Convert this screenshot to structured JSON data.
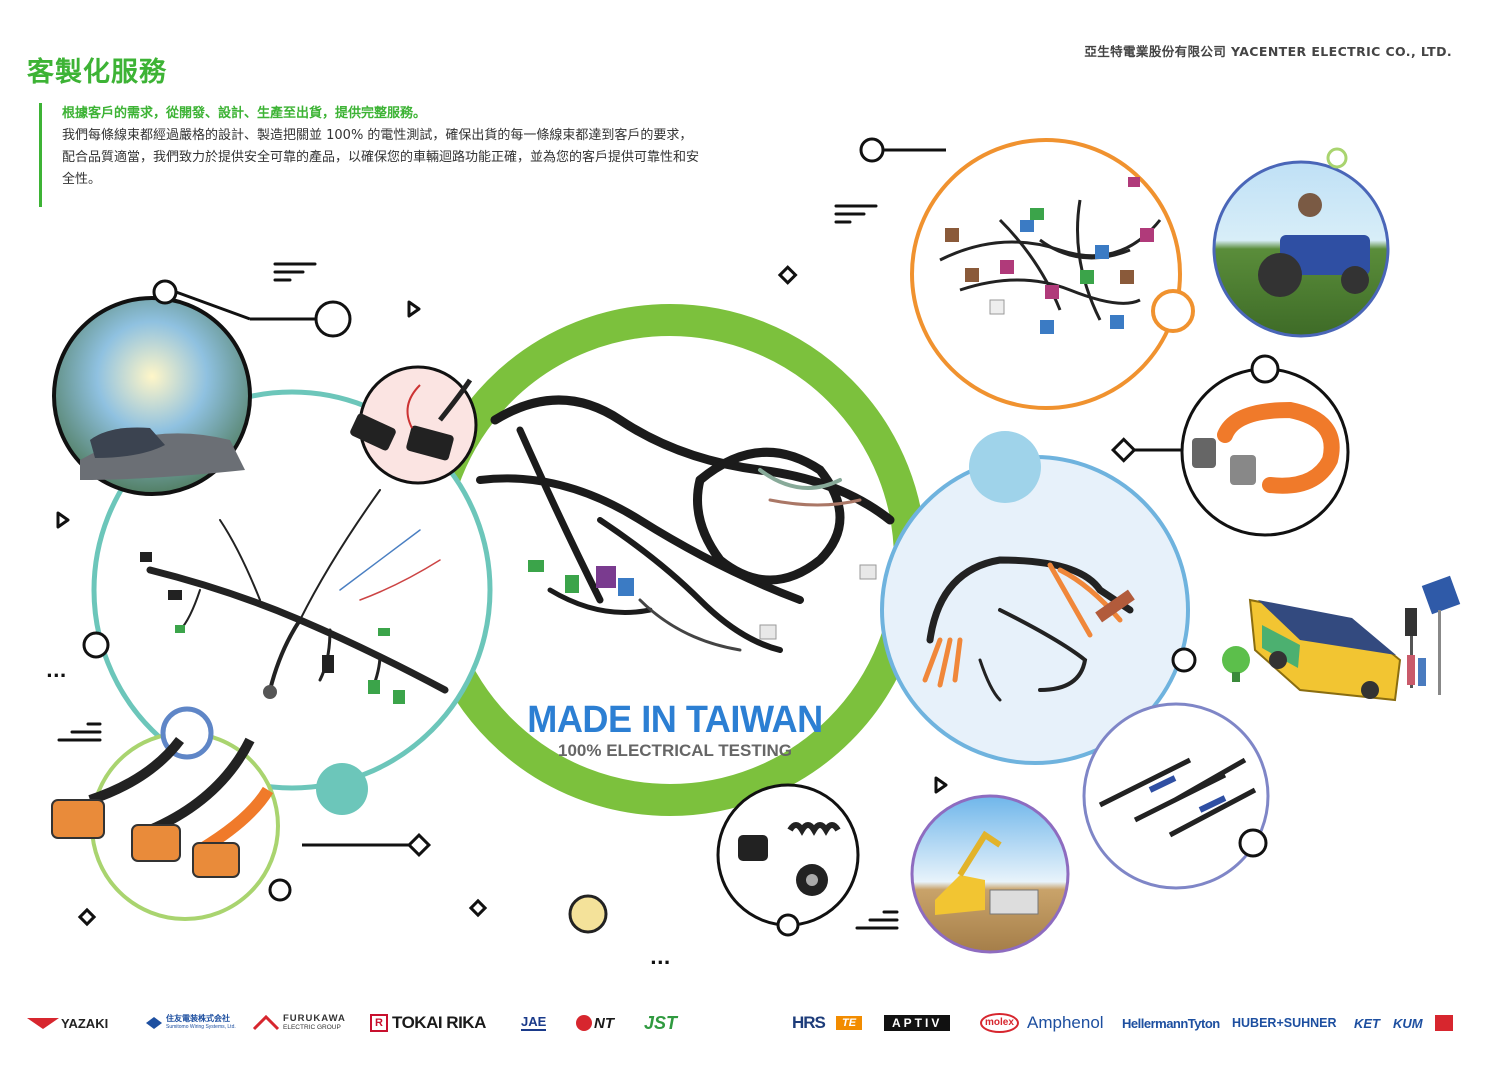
{
  "header": {
    "company": "亞生特電業股份有限公司  YACENTER ELECTRIC CO., LTD.",
    "title": "客製化服務"
  },
  "intro": {
    "lead": "根據客戶的需求，從開發、設計、生產至出貨，提供完整服務。",
    "body": "我們每條線束都經過嚴格的設計、製造把關並 100% 的電性測試，確保出貨的每一條線束都達到客戶的要求，配合品質適當，我們致力於提供安全可靠的產品，以確保您的車輛迴路功能正確，並為您的客戶提供可靠性和安全性。"
  },
  "hero": {
    "title": "MADE IN TAIWAN",
    "subtitle": "100% ELECTRICAL TESTING"
  },
  "decor": {
    "ellipsis": "...",
    "colors": {
      "green": "#7cc13d",
      "teal": "#6cc6ba",
      "orange": "#f0922f",
      "blue": "#6fb3de",
      "navy": "#4a66b8",
      "lime": "#a9d46f",
      "purple": "#7f86c7",
      "yellow": "#f4e29a"
    }
  },
  "brands": {
    "yazaki": "YAZAKI",
    "sumitomo": "住友電装株式会社",
    "sumitomo_sub": "Sumitomo Wiring Systems, Ltd.",
    "furukawa": "FURUKAWA",
    "furukawa_sub": "ELECTRIC GROUP",
    "tokai": "TOKAI RIKA",
    "jae": "JAE",
    "ont": "NT",
    "jst": "JST",
    "hrs": "HRS",
    "te": "TE",
    "aptiv": "APTIV",
    "molex": "molex",
    "amphenol": "Amphenol",
    "hellermann": "HellermannTyton",
    "huber": "HUBER+SUHNER",
    "ket": "KET",
    "kum": "KUM"
  }
}
